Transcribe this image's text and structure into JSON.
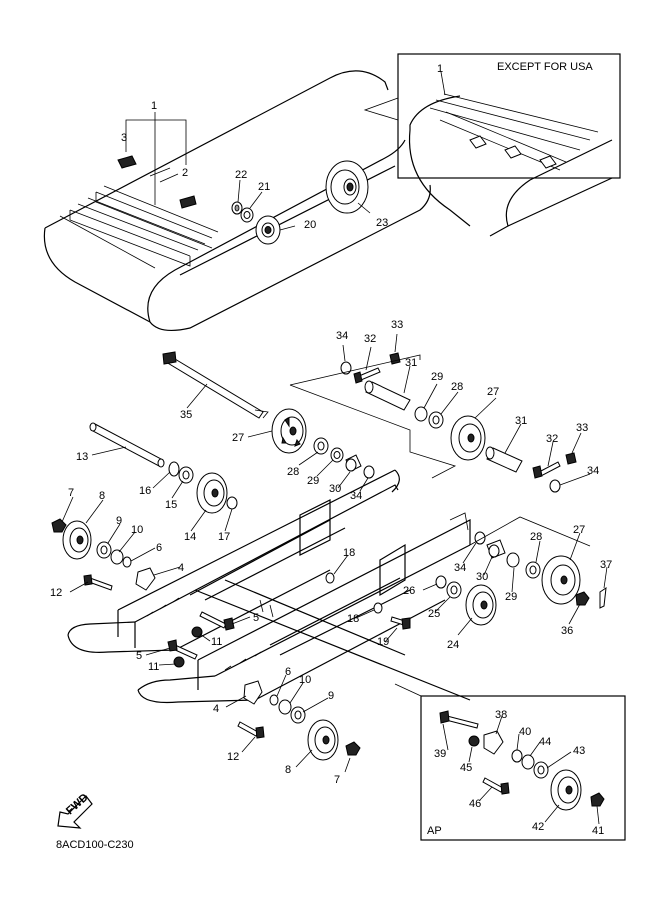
{
  "inset_note": "EXCEPT FOR USA",
  "box_label": "AP",
  "diagram_code": "8ACD100-C230",
  "fwd_label": "FWD",
  "callouts": [
    "1",
    "1",
    "2",
    "3",
    "4",
    "4",
    "5",
    "5",
    "6",
    "6",
    "7",
    "7",
    "8",
    "8",
    "9",
    "9",
    "10",
    "10",
    "11",
    "11",
    "12",
    "12",
    "13",
    "14",
    "15",
    "16",
    "17",
    "18",
    "18",
    "19",
    "20",
    "21",
    "22",
    "23",
    "24",
    "25",
    "26",
    "27",
    "27",
    "27",
    "28",
    "28",
    "28",
    "29",
    "29",
    "29",
    "30",
    "30",
    "31",
    "31",
    "32",
    "32",
    "33",
    "33",
    "34",
    "34",
    "34",
    "34",
    "35",
    "36",
    "37",
    "38",
    "39",
    "40",
    "41",
    "42",
    "43",
    "44",
    "45",
    "46"
  ]
}
